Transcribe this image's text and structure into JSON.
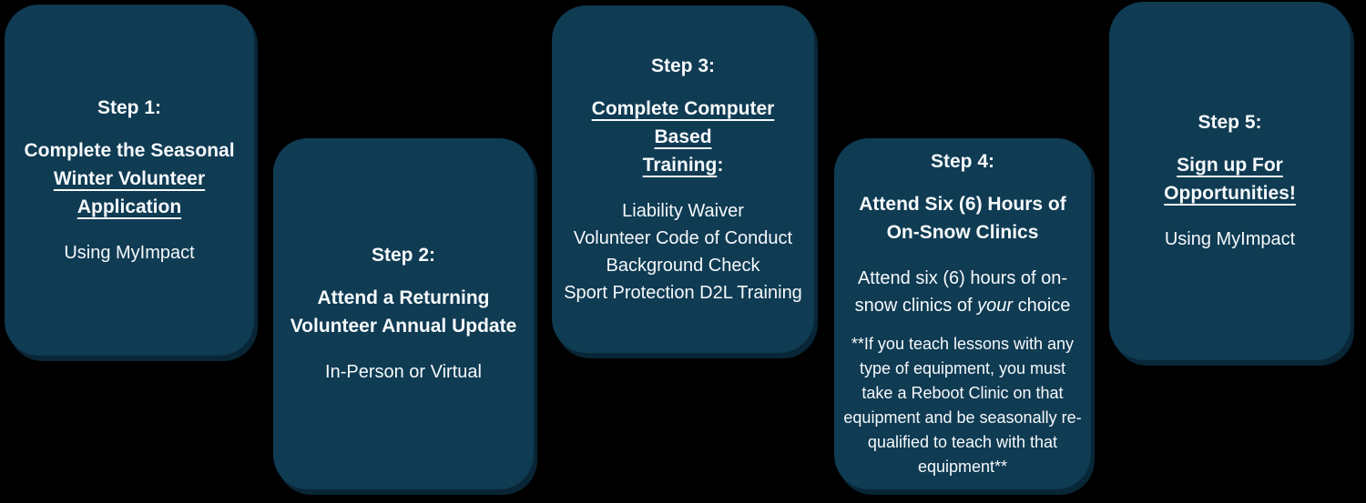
{
  "colors": {
    "page_background": "#000000",
    "card_background": "#0f3b53",
    "card_shadow": "#092636",
    "text": "#f6f9fb"
  },
  "cards": [
    {
      "step": "Step 1:",
      "heading_lines": [
        "Complete the Seasonal",
        "Winter Volunteer",
        "Application"
      ],
      "body": "Using MyImpact"
    },
    {
      "step": "Step 2:",
      "heading_lines": [
        "Attend a Returning",
        "Volunteer Annual Update"
      ],
      "body": "In-Person or Virtual"
    },
    {
      "step": "Step 3:",
      "heading_lines": [
        "Complete Computer Based",
        "Training"
      ],
      "heading_suffix": ":",
      "body_lines": [
        "Liability Waiver",
        "Volunteer Code of Conduct",
        "Background Check",
        "Sport Protection D2L Training"
      ]
    },
    {
      "step": "Step 4:",
      "heading_lines": [
        "Attend Six (6) Hours of",
        "On-Snow Clinics"
      ],
      "body_pre": "Attend six (6) hours of on-snow clinics of ",
      "body_italic": "your",
      "body_post": " choice",
      "note": "**If you teach lessons with any type of equipment, you must take a Reboot Clinic on that equipment and be seasonally re-qualified to teach with that equipment**"
    },
    {
      "step": "Step 5:",
      "heading_lines": [
        "Sign up For",
        "Opportunities!"
      ],
      "body": "Using MyImpact"
    }
  ]
}
